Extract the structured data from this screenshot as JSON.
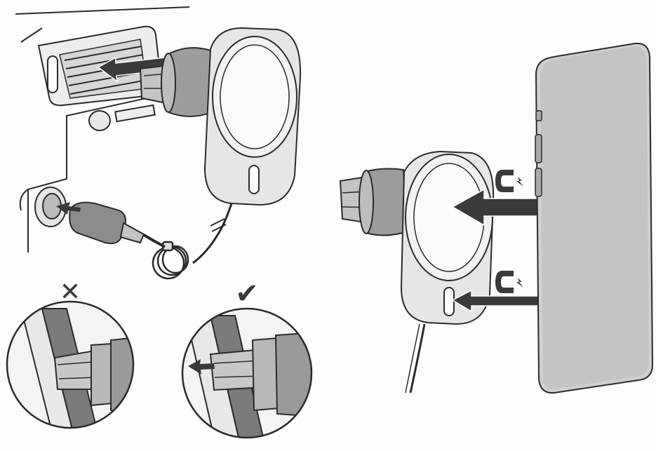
{
  "figure": {
    "panels": [
      {
        "id": "car-installation",
        "label": ""
      },
      {
        "id": "vent-wrong",
        "mark": "✕"
      },
      {
        "id": "vent-right",
        "mark": "✔"
      },
      {
        "id": "phone-attach",
        "label": ""
      }
    ],
    "colors": {
      "line": "#2b2b2b",
      "fill_light": "#e4e4e4",
      "fill_mid": "#b9b9b9",
      "fill_dark": "#7d7d7d",
      "arrow": "#3a3a3a",
      "phone": "#c9c9c9"
    },
    "icons": [
      "magnet-charge-icon",
      "magnet-charge-icon"
    ]
  }
}
